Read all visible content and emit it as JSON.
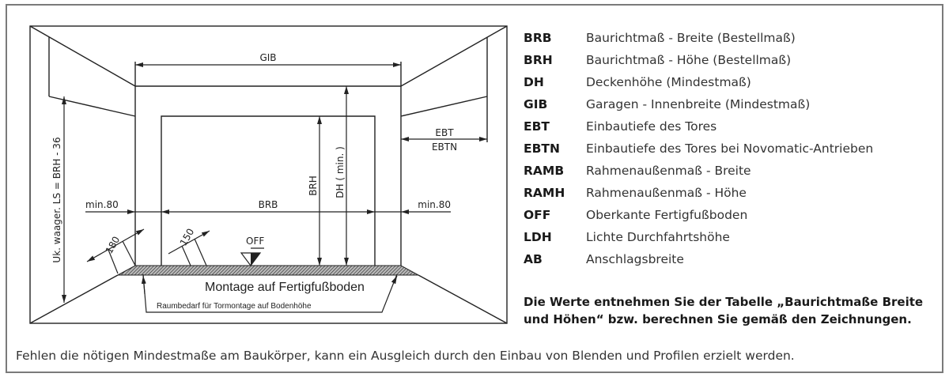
{
  "drawing": {
    "gib": "GIB",
    "brb": "BRB",
    "brh": "BRH",
    "dh": "DH ( min. )",
    "ebt": "EBT",
    "ebtn": "EBTN",
    "min_left": "min.80",
    "min_right": "min.80",
    "uk_label": "Uk. waager. LS  =  BRH - 36",
    "dim_180": "180",
    "dim_150": "150",
    "off": "OFF",
    "montage": "Montage auf Fertigfußboden",
    "raumbedarf": "Raumbedarf für Tormontage auf Bodenhöhe"
  },
  "legend": [
    {
      "abbr": "BRB",
      "desc": "Baurichtmaß - Breite (Bestellmaß)"
    },
    {
      "abbr": "BRH",
      "desc": "Baurichtmaß - Höhe (Bestellmaß)"
    },
    {
      "abbr": "DH",
      "desc": "Deckenhöhe (Mindestmaß)"
    },
    {
      "abbr": "GIB",
      "desc": "Garagen - Innenbreite (Mindestmaß)"
    },
    {
      "abbr": "EBT",
      "desc": "Einbautiefe des Tores"
    },
    {
      "abbr": "EBTN",
      "desc": "Einbautiefe des Tores bei Novomatic-Antrieben"
    },
    {
      "abbr": "RAMB",
      "desc": "Rahmenaußenmaß - Breite"
    },
    {
      "abbr": "RAMH",
      "desc": "Rahmenaußenmaß - Höhe"
    },
    {
      "abbr": "OFF",
      "desc": "Oberkante Fertigfußboden"
    },
    {
      "abbr": "LDH",
      "desc": "Lichte Durchfahrtshöhe"
    },
    {
      "abbr": "AB",
      "desc": "Anschlagsbreite"
    }
  ],
  "note": {
    "line1": "Die Werte entnehmen Sie der Tabelle „Baurichtmaße Breite",
    "line2": "und Höhen“ bzw. berechnen Sie gemäß den Zeichnungen."
  },
  "footer": "Fehlen die nötigen Mindestmaße am Baukörper, kann ein Ausgleich durch den Einbau von Blenden und Profilen erzielt werden."
}
